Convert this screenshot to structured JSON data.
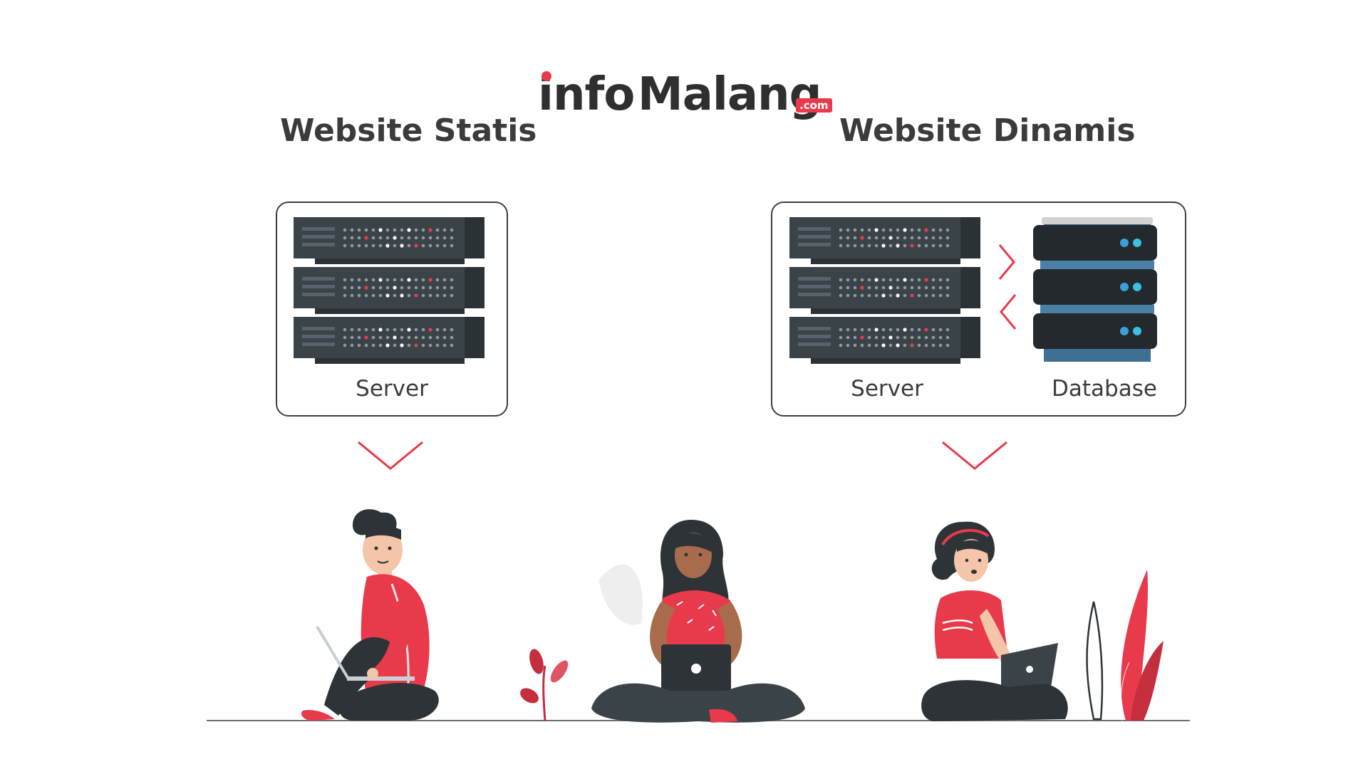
{
  "logo": {
    "word_part1": "info",
    "word_part2": "Malang",
    "tld": ".com"
  },
  "static_site": {
    "title": "Website Statis",
    "server_label": "Server"
  },
  "dynamic_site": {
    "title": "Website Dinamis",
    "server_label": "Server",
    "database_label": "Database"
  },
  "colors": {
    "accent": "#e83a4b",
    "dark": "#2d3337",
    "server_gray": "#3a4448",
    "db_blue": "#3f6f93",
    "skin_light": "#f4c5a8",
    "skin_dark": "#a86c4d",
    "plant": "#c42e3d"
  }
}
